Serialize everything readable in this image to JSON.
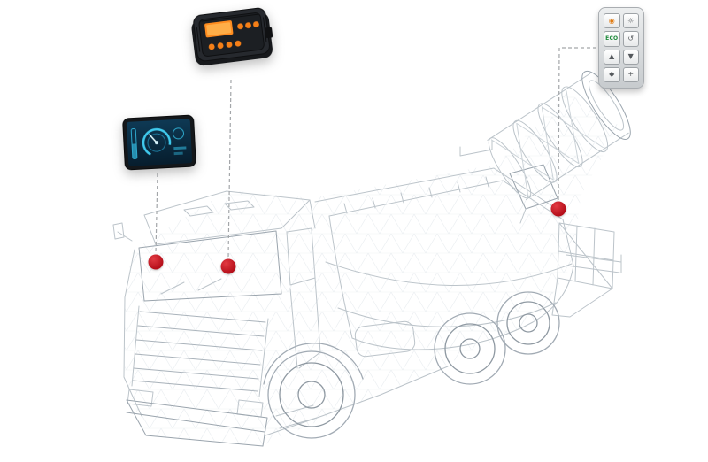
{
  "colors": {
    "hotspot_red": "#b50f1a",
    "accent_orange": "#ff8c1f",
    "gauge_cyan": "#3fc9ec",
    "eco_green": "#1d8a3a",
    "wireframe_gray": "#bcc4ca",
    "dashed_line_gray": "#a3a6a9",
    "device_black": "#17191c",
    "keypad_gray": "#d9dcde"
  },
  "keypad": {
    "buttons": [
      {
        "name": "power-button",
        "glyph": "◉"
      },
      {
        "name": "light-button",
        "glyph": "☼"
      },
      {
        "name": "eco-button",
        "glyph": "ECO"
      },
      {
        "name": "oscillate-button",
        "glyph": "↺"
      },
      {
        "name": "raise-button",
        "glyph": "▲"
      },
      {
        "name": "lower-button",
        "glyph": "▼"
      },
      {
        "name": "mode-button",
        "glyph": "◆"
      },
      {
        "name": "plus-button",
        "glyph": "+"
      }
    ]
  },
  "hotspots": {
    "count": 3
  }
}
